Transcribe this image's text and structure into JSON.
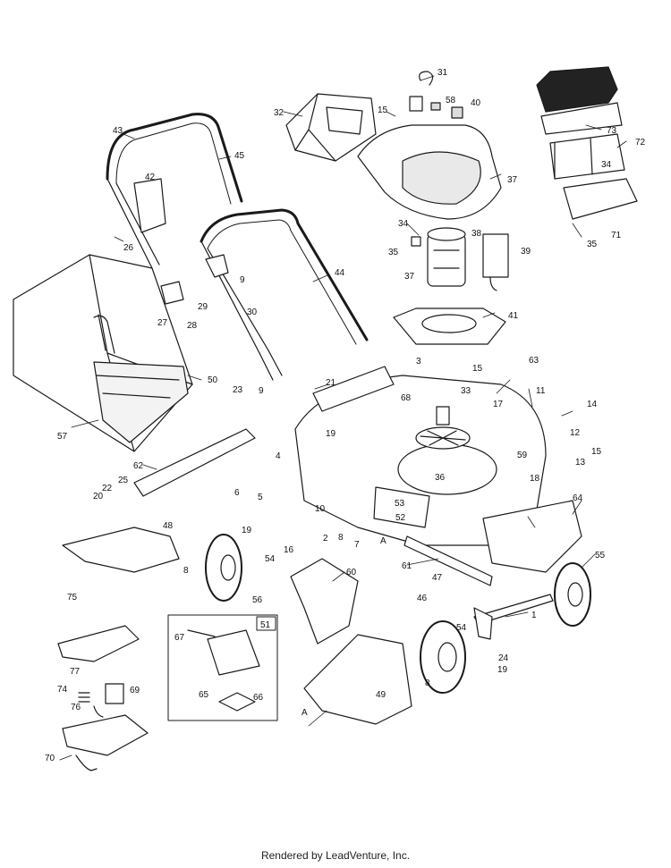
{
  "diagram": {
    "part_numbers": [
      "1",
      "2",
      "3",
      "4",
      "5",
      "6",
      "7",
      "8",
      "9",
      "10",
      "11",
      "12",
      "13",
      "14",
      "15",
      "16",
      "17",
      "18",
      "19",
      "20",
      "21",
      "22",
      "23",
      "24",
      "25",
      "26",
      "27",
      "28",
      "29",
      "30",
      "31",
      "32",
      "33",
      "34",
      "35",
      "36",
      "37",
      "38",
      "39",
      "40",
      "41",
      "42",
      "43",
      "44",
      "45",
      "46",
      "47",
      "48",
      "49",
      "50",
      "51",
      "52",
      "53",
      "54",
      "55",
      "56",
      "57",
      "58",
      "59",
      "60",
      "61",
      "62",
      "63",
      "64",
      "65",
      "66",
      "67",
      "68",
      "69",
      "70",
      "71",
      "72",
      "73",
      "74",
      "75",
      "76",
      "77"
    ],
    "callouts": [
      {
        "id": "c31",
        "text": "31"
      },
      {
        "id": "c58",
        "text": "58"
      },
      {
        "id": "c40",
        "text": "40"
      },
      {
        "id": "c32",
        "text": "32"
      },
      {
        "id": "c15a",
        "text": "15"
      },
      {
        "id": "c73",
        "text": "73"
      },
      {
        "id": "c72",
        "text": "72"
      },
      {
        "id": "c34a",
        "text": "34"
      },
      {
        "id": "c43",
        "text": "43"
      },
      {
        "id": "c45",
        "text": "45"
      },
      {
        "id": "c42",
        "text": "42"
      },
      {
        "id": "c37a",
        "text": "37"
      },
      {
        "id": "c26",
        "text": "26"
      },
      {
        "id": "c34b",
        "text": "34"
      },
      {
        "id": "c38",
        "text": "38"
      },
      {
        "id": "c39",
        "text": "39"
      },
      {
        "id": "c35a",
        "text": "35"
      },
      {
        "id": "c71",
        "text": "71"
      },
      {
        "id": "c35b",
        "text": "35"
      },
      {
        "id": "c9a",
        "text": "9"
      },
      {
        "id": "c44",
        "text": "44"
      },
      {
        "id": "c37b",
        "text": "37"
      },
      {
        "id": "c29",
        "text": "29"
      },
      {
        "id": "c30",
        "text": "30"
      },
      {
        "id": "c27",
        "text": "27"
      },
      {
        "id": "c28",
        "text": "28"
      },
      {
        "id": "c41",
        "text": "41"
      },
      {
        "id": "c3",
        "text": "3"
      },
      {
        "id": "c15b",
        "text": "15"
      },
      {
        "id": "c63",
        "text": "63"
      },
      {
        "id": "c21",
        "text": "21"
      },
      {
        "id": "c50",
        "text": "50"
      },
      {
        "id": "c11",
        "text": "11"
      },
      {
        "id": "c17",
        "text": "17"
      },
      {
        "id": "c23",
        "text": "23"
      },
      {
        "id": "c9b",
        "text": "9"
      },
      {
        "id": "c33",
        "text": "33"
      },
      {
        "id": "c14",
        "text": "14"
      },
      {
        "id": "c68",
        "text": "68"
      },
      {
        "id": "c57",
        "text": "57"
      },
      {
        "id": "c19a",
        "text": "19"
      },
      {
        "id": "c12",
        "text": "12"
      },
      {
        "id": "c15c",
        "text": "15"
      },
      {
        "id": "c62",
        "text": "62"
      },
      {
        "id": "c4",
        "text": "4"
      },
      {
        "id": "c59",
        "text": "59"
      },
      {
        "id": "c13",
        "text": "13"
      },
      {
        "id": "c25",
        "text": "25"
      },
      {
        "id": "c36",
        "text": "36"
      },
      {
        "id": "c18",
        "text": "18"
      },
      {
        "id": "c22",
        "text": "22"
      },
      {
        "id": "c20",
        "text": "20"
      },
      {
        "id": "c6",
        "text": "6"
      },
      {
        "id": "c5",
        "text": "5"
      },
      {
        "id": "c53",
        "text": "53"
      },
      {
        "id": "c64",
        "text": "64"
      },
      {
        "id": "c10",
        "text": "10"
      },
      {
        "id": "c19b",
        "text": "19"
      },
      {
        "id": "c52",
        "text": "52"
      },
      {
        "id": "c8a",
        "text": "8"
      },
      {
        "id": "c2",
        "text": "2"
      },
      {
        "id": "c7",
        "text": "7"
      },
      {
        "id": "cA1",
        "text": "A"
      },
      {
        "id": "c48",
        "text": "48"
      },
      {
        "id": "c16",
        "text": "16"
      },
      {
        "id": "c54a",
        "text": "54"
      },
      {
        "id": "c61",
        "text": "61"
      },
      {
        "id": "c55",
        "text": "55"
      },
      {
        "id": "c60",
        "text": "60"
      },
      {
        "id": "c47",
        "text": "47"
      },
      {
        "id": "c8b",
        "text": "8"
      },
      {
        "id": "c56",
        "text": "56"
      },
      {
        "id": "c46",
        "text": "46"
      },
      {
        "id": "c75",
        "text": "75"
      },
      {
        "id": "c51",
        "text": "51"
      },
      {
        "id": "c1",
        "text": "1"
      },
      {
        "id": "c67",
        "text": "67"
      },
      {
        "id": "c54b",
        "text": "54"
      },
      {
        "id": "c24",
        "text": "24"
      },
      {
        "id": "c19c",
        "text": "19"
      },
      {
        "id": "c77",
        "text": "77"
      },
      {
        "id": "c74",
        "text": "74"
      },
      {
        "id": "c69",
        "text": "69"
      },
      {
        "id": "c8c",
        "text": "8"
      },
      {
        "id": "c49",
        "text": "49"
      },
      {
        "id": "c76",
        "text": "76"
      },
      {
        "id": "c65",
        "text": "65"
      },
      {
        "id": "c66",
        "text": "66"
      },
      {
        "id": "cA2",
        "text": "A"
      },
      {
        "id": "c70",
        "text": "70"
      }
    ]
  },
  "footer": {
    "credit": "Rendered by LeadVenture, Inc."
  }
}
